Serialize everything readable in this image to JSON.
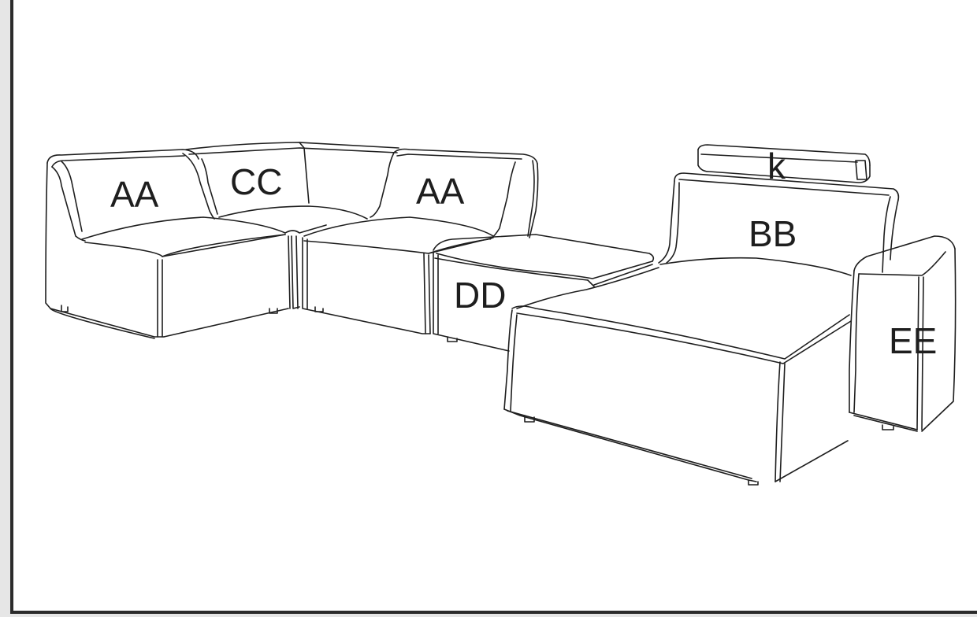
{
  "diagram": {
    "labels": {
      "aa_left": "AA",
      "cc": "CC",
      "aa_right": "AA",
      "k": "k",
      "bb": "BB",
      "dd": "DD",
      "ee": "EE"
    },
    "colors": {
      "line": "#1e1e1e",
      "panel": "#ffffff",
      "border": "#2b2b2b",
      "margin": "#e6e6e6"
    }
  }
}
